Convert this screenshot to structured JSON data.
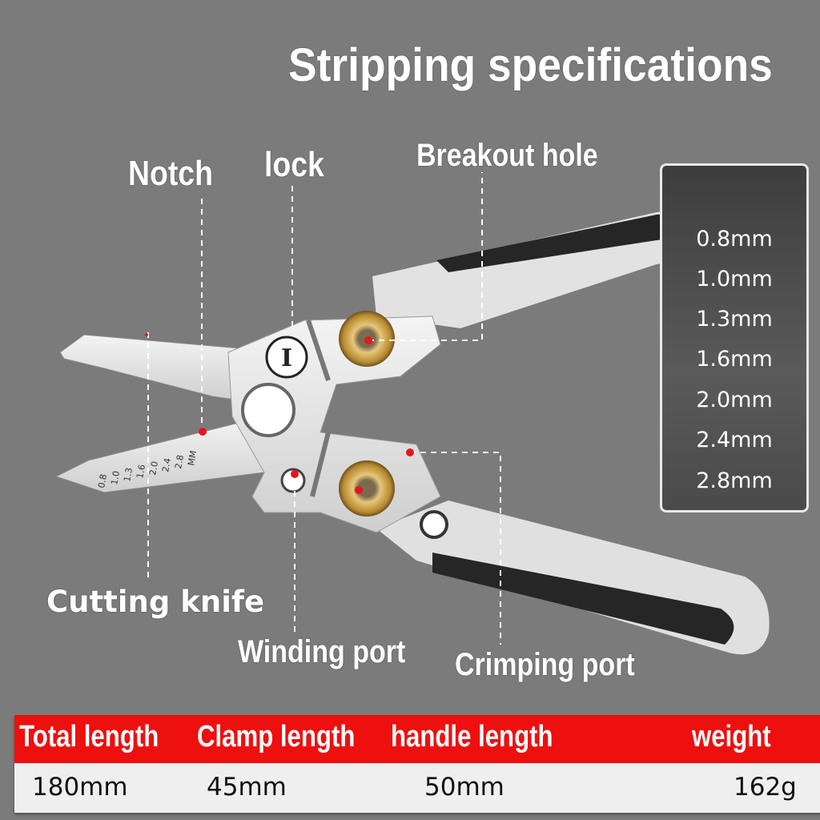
{
  "title": "Stripping specifications",
  "callouts": {
    "notch": "Notch",
    "lock": "lock",
    "breakout_hole": "Breakout hole",
    "cutting_knife": "Cutting knife",
    "winding_port": "Winding port",
    "crimping_port": "Crimping port"
  },
  "sizes": [
    "0.8mm",
    "1.0mm",
    "1.3mm",
    "1.6mm",
    "2.0mm",
    "2.4mm",
    "2.8mm"
  ],
  "blade_scale": [
    "0.8",
    "1.0",
    "1.3",
    "1.6",
    "2.0",
    "2.4",
    "2.8",
    "MM"
  ],
  "table": {
    "headers": [
      "Total length",
      "Clamp length",
      "handle length",
      "weight"
    ],
    "values": [
      "180mm",
      "45mm",
      "50mm",
      "162g"
    ]
  },
  "colors": {
    "background": "#7b7b7b",
    "accent_red": "#ee0f0f",
    "marker": "#e8141e",
    "brass": "#c9a24a"
  }
}
